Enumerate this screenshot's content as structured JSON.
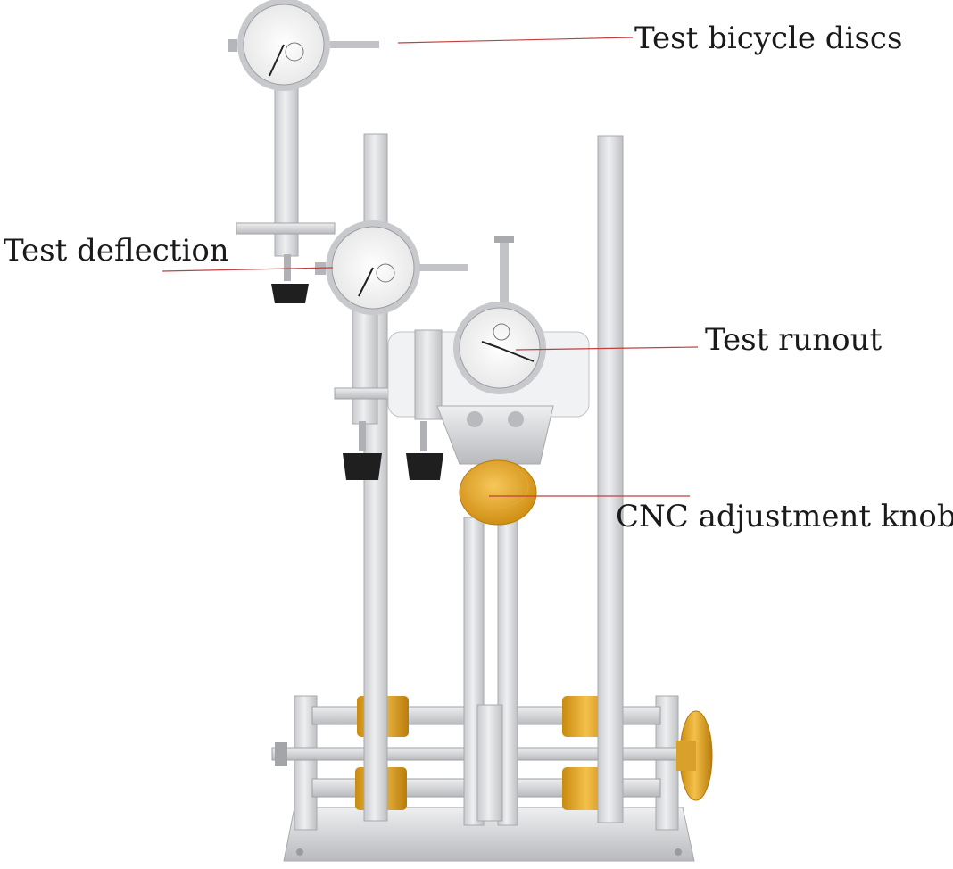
{
  "callouts": {
    "discs": "Test bicycle discs",
    "deflection": "Test deflection",
    "runout": "Test runout",
    "knob": "CNC adjustment knob"
  },
  "colors": {
    "background": "#ffffff",
    "aluminum": "#dcdde0",
    "anodized_gold": "#e3a51e",
    "knob_black": "#1f1f1f",
    "leader_line": "#c04040"
  }
}
